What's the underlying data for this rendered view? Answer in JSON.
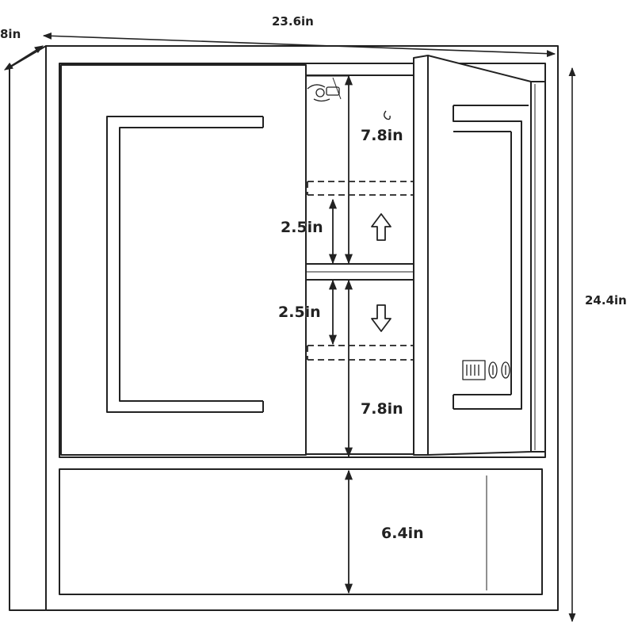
{
  "colors": {
    "stroke": "#222222",
    "background": "#ffffff"
  },
  "dimensions": {
    "width": "23.6in",
    "depth": "8in",
    "height": "24.4in",
    "top_space": "7.8in",
    "bottom_space": "7.8in",
    "shelf_up": "2.5in",
    "shelf_down": "2.5in",
    "drawer": "6.4in"
  },
  "icons": {
    "shelf_up": "arrow-up-icon",
    "shelf_down": "arrow-down-icon",
    "outlet": "usb-outlet-icon",
    "sensor": "touch-sensor-icon"
  }
}
